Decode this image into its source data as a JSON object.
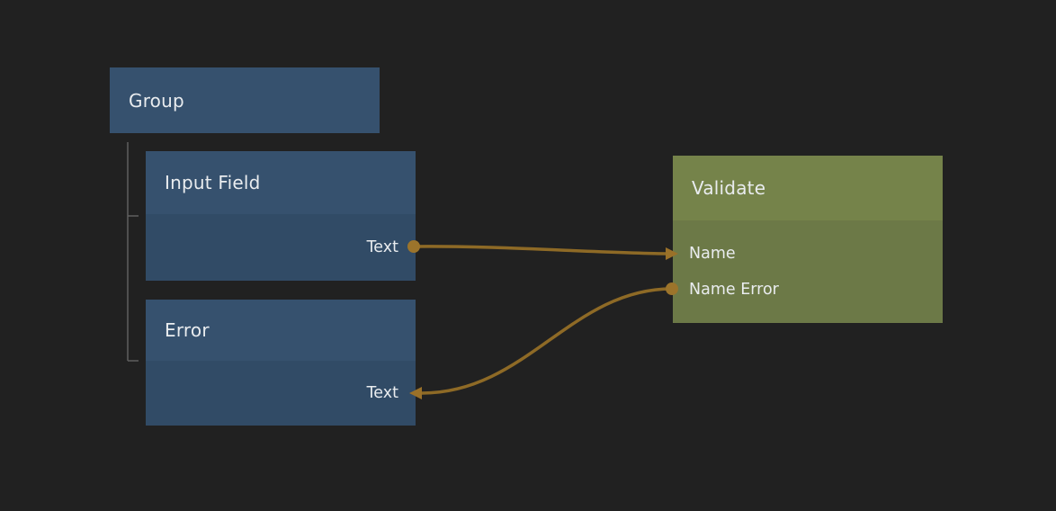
{
  "canvas": {
    "background": "#212121",
    "colors": {
      "ui_node_header": "#36516e",
      "ui_node_body": "#314b66",
      "logic_node_header": "#75834a",
      "logic_node_body": "#6c7947",
      "wire": "#8e6a26",
      "port_dot": "#9c742b",
      "arrowhead": "#9a7129",
      "tree_line": "#5f5f5f",
      "text": "#e9ecef"
    }
  },
  "nodes": {
    "group": {
      "title": "Group",
      "type": "ui"
    },
    "input_field": {
      "title": "Input Field",
      "type": "ui",
      "parent": "Group",
      "output_port": "Text"
    },
    "error": {
      "title": "Error",
      "type": "ui",
      "parent": "Group",
      "input_port": "Text"
    },
    "validate": {
      "title": "Validate",
      "type": "logic",
      "rows": [
        {
          "label": "Name",
          "direction": "input"
        },
        {
          "label": "Name Error",
          "direction": "output"
        }
      ]
    }
  },
  "connections": [
    {
      "from": "Input Field.Text",
      "to": "Validate.Name"
    },
    {
      "from": "Validate.Name Error",
      "to": "Error.Text"
    }
  ]
}
